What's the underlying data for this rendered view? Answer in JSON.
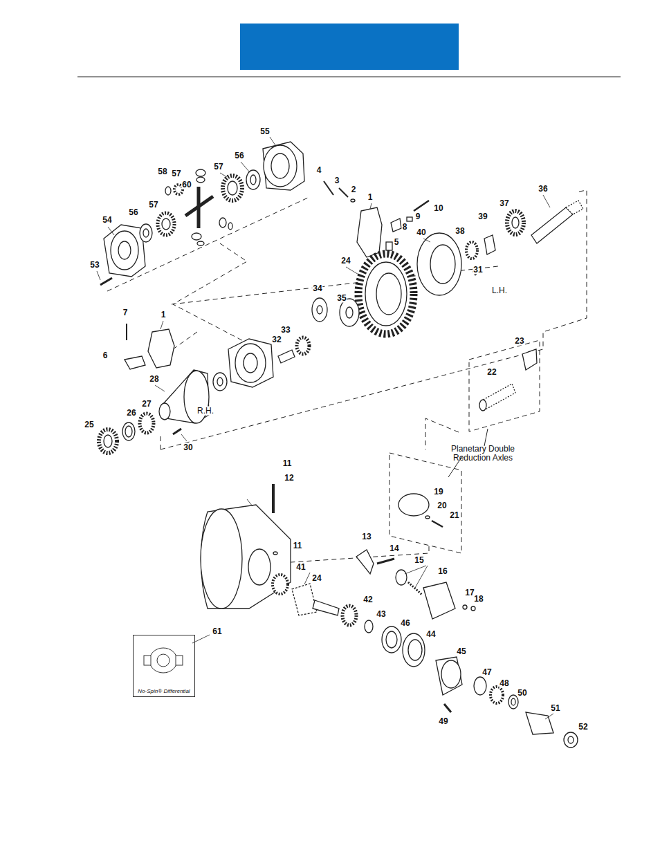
{
  "diagram": {
    "nodes": [
      {
        "text": [
          "No-Spin® Differential"
        ]
      }
    ],
    "labels": [
      "55",
      "4",
      "58",
      "57",
      "57",
      "56",
      "3",
      "60",
      "2",
      "36",
      "1",
      "37",
      "10",
      "56",
      "57",
      "54",
      "9",
      "39",
      "8",
      "40",
      "38",
      "5",
      "24",
      "53",
      "31",
      "L.H.",
      "34",
      "35",
      "7",
      "1",
      "33",
      "23",
      "32",
      "6",
      "22",
      "28",
      "27",
      "26",
      "R.H.",
      "25",
      "30",
      "Planetary Double Reduction Axles",
      "11",
      "12",
      "19",
      "20",
      "21",
      "13",
      "11",
      "14",
      "15",
      "41",
      "16",
      "24",
      "17",
      "18",
      "42",
      "43",
      "46",
      "61",
      "44",
      "45",
      "47",
      "48",
      "50",
      "51",
      "49",
      "52"
    ]
  }
}
